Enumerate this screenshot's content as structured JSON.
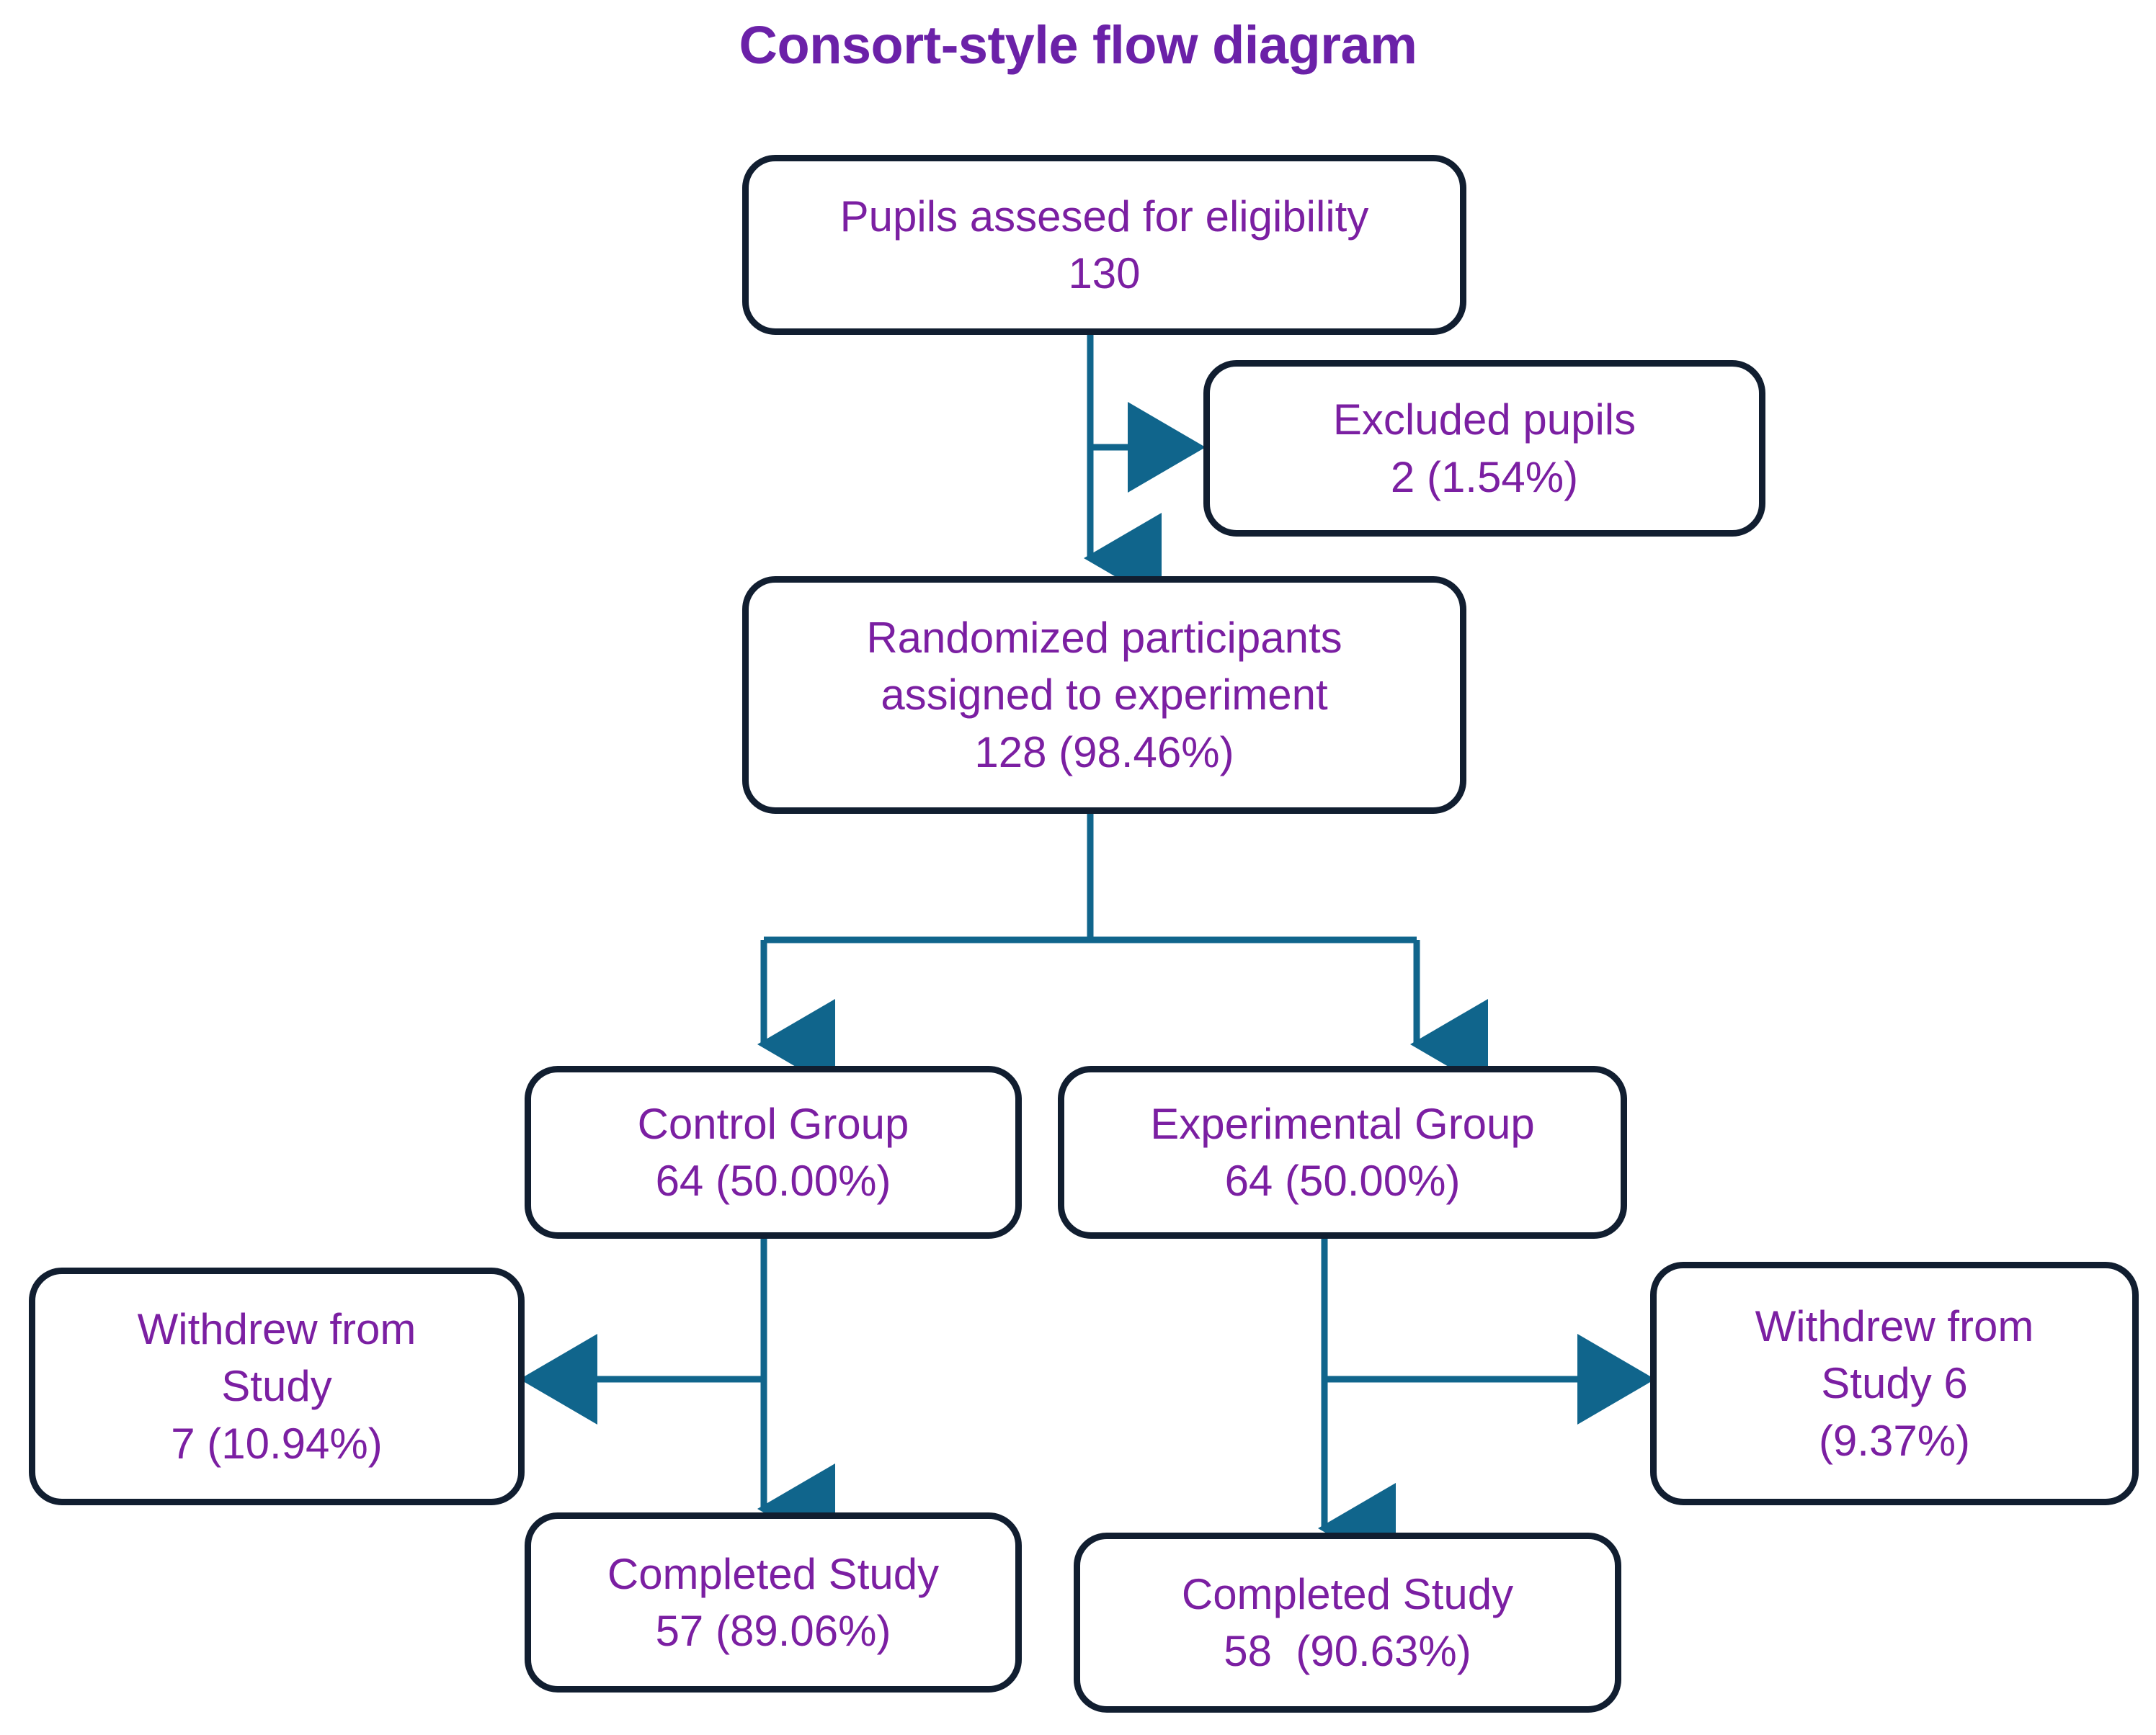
{
  "title": "Consort-style flow diagram",
  "colors": {
    "text_purple": "#7B1FA2",
    "title_purple": "#6B21A8",
    "box_border": "#111E30",
    "connector_teal": "#10658C",
    "background": "#FFFFFF"
  },
  "nodes": {
    "assessed": {
      "name": "Pupils assesed for eligibility",
      "lines": [
        "Pupils assesed for eligibility",
        "130"
      ],
      "count": "130"
    },
    "excluded": {
      "name": "Excluded pupils",
      "lines": [
        "Excluded pupils",
        "2 (1.54%)"
      ],
      "count": "2",
      "percent": "1.54%"
    },
    "randomized": {
      "name": "Randomized participants assigned to experiment",
      "lines": [
        "Randomized participants",
        "assigned to experiment",
        "128 (98.46%)"
      ],
      "count": "128",
      "percent": "98.46%"
    },
    "control": {
      "name": "Control Group",
      "lines": [
        "Control Group",
        "64 (50.00%)"
      ],
      "count": "64",
      "percent": "50.00%"
    },
    "experimental": {
      "name": "Experimental Group",
      "lines": [
        "Experimental Group",
        "64 (50.00%)"
      ],
      "count": "64",
      "percent": "50.00%"
    },
    "withdrew_control": {
      "name": "Withdrew from Study",
      "lines": [
        "Withdrew from",
        "Study",
        "7 (10.94%)"
      ],
      "count": "7",
      "percent": "10.94%"
    },
    "withdrew_experimental": {
      "name": "Withdrew from Study 6",
      "lines": [
        "Withdrew from",
        "Study 6",
        "(9.37%)"
      ],
      "count": "6",
      "percent": "9.37%"
    },
    "completed_control": {
      "name": "Completed Study",
      "lines": [
        "Completed Study",
        "57 (89.06%)"
      ],
      "count": "57",
      "percent": "89.06%"
    },
    "completed_experimental": {
      "name": "Completed Study",
      "lines": [
        "Completed Study",
        "58  (90.63%)"
      ],
      "count": "58",
      "percent": "90.63%"
    }
  },
  "connectors": [
    {
      "from": "assessed",
      "to": "randomized",
      "kind": "vertical-arrow"
    },
    {
      "from": "assessed",
      "to": "excluded",
      "kind": "branch-right-arrow"
    },
    {
      "from": "randomized",
      "to": "control",
      "kind": "split-left-arrow"
    },
    {
      "from": "randomized",
      "to": "experimental",
      "kind": "split-right-arrow"
    },
    {
      "from": "control",
      "to": "completed_control",
      "kind": "vertical-arrow"
    },
    {
      "from": "control",
      "to": "withdrew_control",
      "kind": "branch-left-arrow"
    },
    {
      "from": "experimental",
      "to": "completed_experimental",
      "kind": "vertical-arrow"
    },
    {
      "from": "experimental",
      "to": "withdrew_experimental",
      "kind": "branch-right-arrow"
    }
  ]
}
